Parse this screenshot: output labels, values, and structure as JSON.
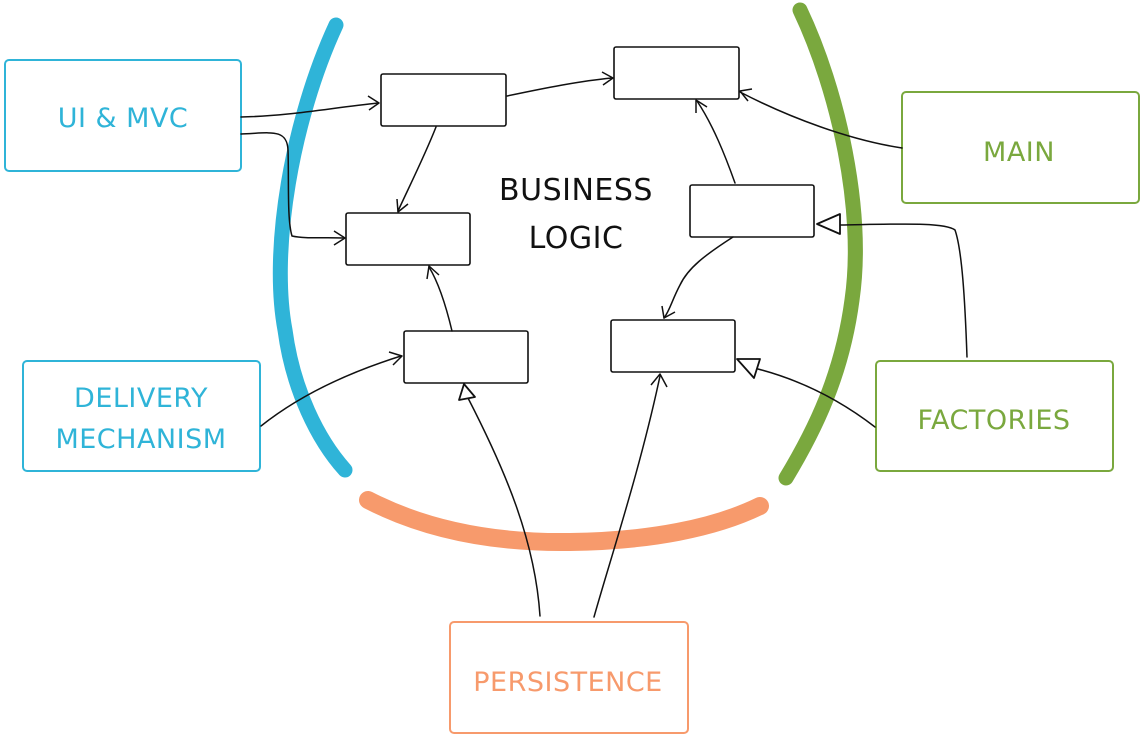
{
  "colors": {
    "delivery": "#2fb4d8",
    "composition": "#7aa83e",
    "persistence": "#f79a6c",
    "ink": "#111111"
  },
  "business_logic": {
    "line1": "BUSINESS",
    "line2": "LOGIC"
  },
  "external": {
    "ui_mvc": "UI & MVC",
    "delivery_line1": "DELIVERY",
    "delivery_line2": "MECHANISM",
    "main": "MAIN",
    "factories": "FACTORIES",
    "persistence": "PERSISTENCE"
  }
}
